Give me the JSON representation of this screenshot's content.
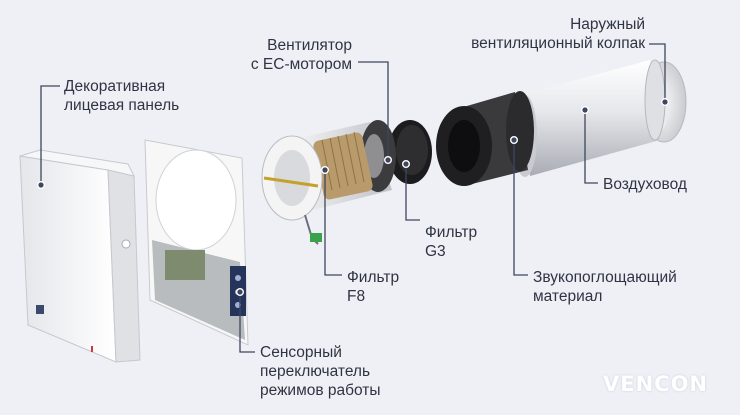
{
  "labels": {
    "front_panel": [
      "Декоративная",
      "лицевая панель"
    ],
    "fan": [
      "Вентилятор",
      "с ЕС-мотором"
    ],
    "outer_hood": [
      "Наружный",
      "вентиляционный колпак"
    ],
    "duct": [
      "Воздуховод"
    ],
    "filter_g3": [
      "Фильтр",
      "G3"
    ],
    "filter_f8": [
      "Фильтр",
      "F8"
    ],
    "sound_absorbing": [
      "Звукопоглощающий",
      "материал"
    ],
    "touch_switch": [
      "Сенсорный",
      "переключатель",
      "режимов работы"
    ]
  },
  "logo": "VENCON",
  "colors": {
    "background": "#eef0f6",
    "callout": "#3e4660",
    "text": "#2f3442",
    "foam": "#2a2a2c",
    "panel": "#f3f4f6"
  }
}
